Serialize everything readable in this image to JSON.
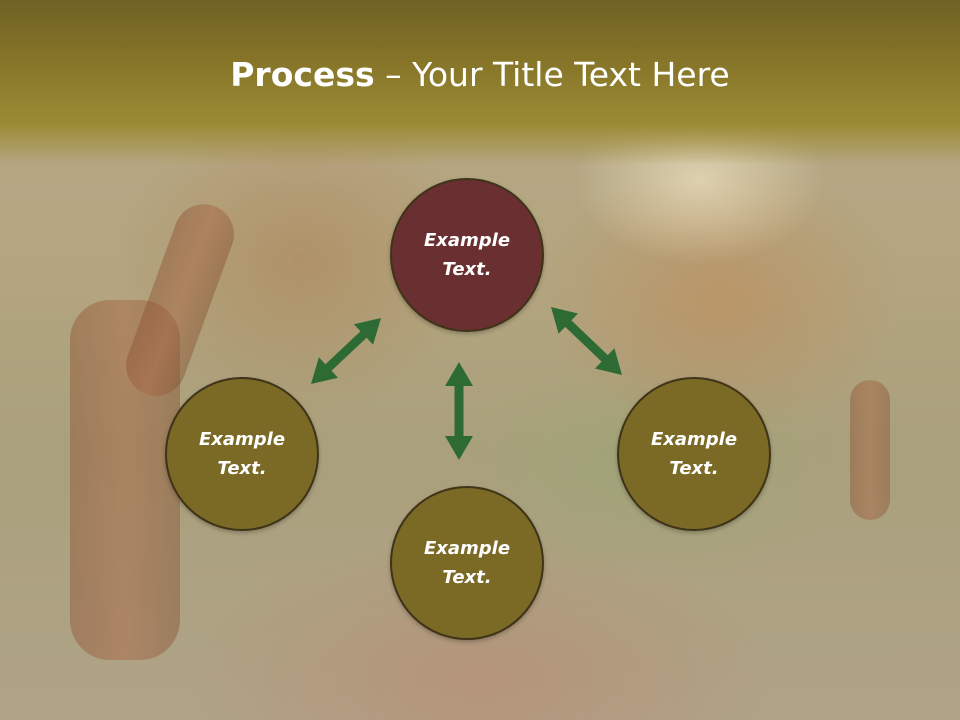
{
  "title": {
    "bold_part": "Process",
    "rest": " – Your Title Text Here"
  },
  "colors": {
    "header_dark": "#6e6224",
    "header_light": "#9b8a34",
    "node_primary": "#6a2f31",
    "node_secondary": "#7a6a26",
    "node_border": "#3f3318",
    "arrow": "#2e6b34"
  },
  "nodes": [
    {
      "id": "top",
      "label": "Example\nText.",
      "style": "primary"
    },
    {
      "id": "left",
      "label": "Example\nText.",
      "style": "secondary"
    },
    {
      "id": "bottom",
      "label": "Example\nText.",
      "style": "secondary"
    },
    {
      "id": "right",
      "label": "Example\nText.",
      "style": "secondary"
    }
  ],
  "arrows": [
    {
      "from": "top",
      "to": "left",
      "type": "double-headed"
    },
    {
      "from": "top",
      "to": "bottom",
      "type": "double-headed"
    },
    {
      "from": "top",
      "to": "right",
      "type": "double-headed"
    }
  ]
}
